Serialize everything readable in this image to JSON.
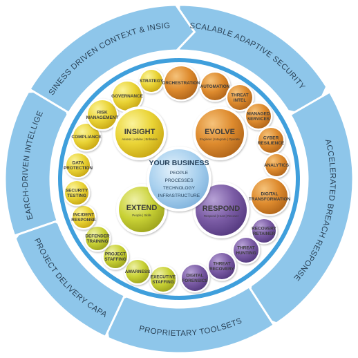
{
  "colors": {
    "ring_blue": "#8ec6ea",
    "ring_dark": "#3f9fdc",
    "yellow": "#e8d22c",
    "yellow_light": "#f6ea72",
    "orange": "#dd8a2c",
    "orange_light": "#f1b35a",
    "purple": "#7a5ba3",
    "purple_light": "#a78fcb",
    "green": "#c9d236",
    "green_light": "#e3e77b",
    "center": "#aacfec"
  },
  "outer_ring": [
    {
      "label": "SCALABLE ADAPTIVE SECURITY"
    },
    {
      "label": "ACCELERATED BREACH RESPONSE"
    },
    {
      "label": "PROPRIETARY TOOLSETS"
    },
    {
      "label": "DEEP PROJECT DELIVERY CAPABILITY"
    },
    {
      "label": "RESEARCH-DRIVEN INTELLIGENCE"
    },
    {
      "label": "BUSINESS DRIVEN CONTEXT & INSIGHT"
    }
  ],
  "core": {
    "title": "YOUR BUSINESS",
    "lines": [
      "PEOPLE",
      "PROCESSES",
      "TECHNOLOGY",
      "INFRASTRUCTURE"
    ]
  },
  "quadrants": [
    {
      "key": "insight",
      "title": "INSIGHT",
      "subtitle": "Assess | Advise | Enhance",
      "tone": "yellow"
    },
    {
      "key": "evolve",
      "title": "EVOLVE",
      "subtitle": "Engineer | Integrate | Operate",
      "tone": "orange"
    },
    {
      "key": "respond",
      "title": "RESPOND",
      "subtitle": "Respond | Hunt | Recover",
      "tone": "purple"
    },
    {
      "key": "extend",
      "title": "EXTEND",
      "subtitle": "People | Skills",
      "tone": "green"
    }
  ],
  "bubbles": [
    {
      "label": "STRATEGY",
      "tone": "yellow"
    },
    {
      "label": "ORCHESTRATION",
      "tone": "orange"
    },
    {
      "label": "AUTOMATION",
      "tone": "orange"
    },
    {
      "label": "THREAT INTEL",
      "tone": "orange"
    },
    {
      "label": "MANAGED SERVICES",
      "tone": "orange"
    },
    {
      "label": "CYBER RESILIENCE",
      "tone": "orange"
    },
    {
      "label": "ANALYTICS",
      "tone": "orange"
    },
    {
      "label": "DIGITAL TRANSFORMATION",
      "tone": "orange"
    },
    {
      "label": "RECOVERY RETAINER",
      "tone": "purple"
    },
    {
      "label": "THREAT HUNTING",
      "tone": "purple"
    },
    {
      "label": "THREAT RECOVERY",
      "tone": "purple"
    },
    {
      "label": "DIGITAL FORENSICS",
      "tone": "purple"
    },
    {
      "label": "EXECUTIVE STAFFING",
      "tone": "green"
    },
    {
      "label": "AWARNESS",
      "tone": "green"
    },
    {
      "label": "PROJECT STAFFING",
      "tone": "green"
    },
    {
      "label": "DEFENDER TRAINING",
      "tone": "green"
    },
    {
      "label": "INCIDENT RESPONSE",
      "tone": "yellow"
    },
    {
      "label": "SECURITY TESTING",
      "tone": "yellow"
    },
    {
      "label": "DATA PROTECTION",
      "tone": "yellow"
    },
    {
      "label": "COMPLIANCE",
      "tone": "yellow"
    },
    {
      "label": "RISK MANAGEMENT",
      "tone": "yellow"
    },
    {
      "label": "GOVERNANCE",
      "tone": "yellow"
    }
  ]
}
